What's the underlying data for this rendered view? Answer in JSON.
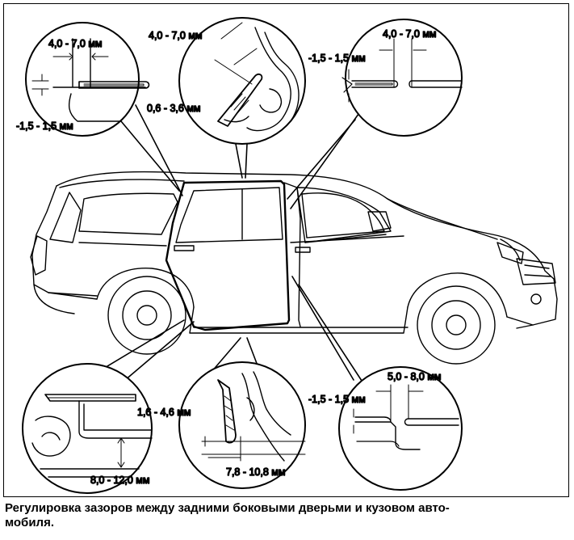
{
  "caption": {
    "line1": "Регулировка зазоров между задними боковыми дверьми и кузовом авто-",
    "line2": "мобиля."
  },
  "callouts": {
    "top_left": {
      "gap": "4,0 - 7,0 мм",
      "flush": "-1,5 - 1,5 мм"
    },
    "top_center": {
      "gap": "4,0 - 7,0 мм",
      "clearance": "0,6 - 3,6 мм"
    },
    "top_right": {
      "gap": "4,0 - 7,0 мм",
      "flush": "-1,5 - 1,5 мм"
    },
    "bottom_left": {
      "gap": "1,6 - 4,6 мм",
      "overlap": "8,0 - 12,0 мм"
    },
    "bottom_center": {
      "gap": "7,8 - 10,8 мм"
    },
    "bottom_right": {
      "gap": "5,0 - 8,0 мм",
      "flush": "-1,5 - 1,5 мм"
    }
  }
}
